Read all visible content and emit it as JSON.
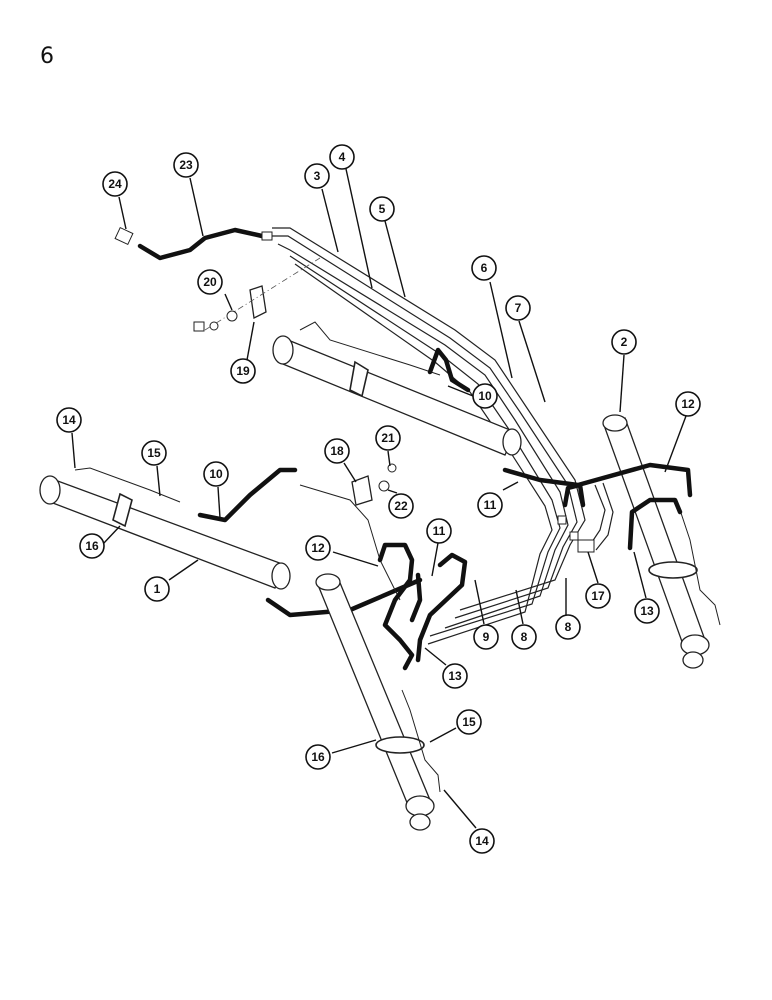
{
  "page": {
    "number": "6"
  },
  "callouts": [
    {
      "id": "c24",
      "label": "24"
    },
    {
      "id": "c23",
      "label": "23"
    },
    {
      "id": "c3",
      "label": "3"
    },
    {
      "id": "c4",
      "label": "4"
    },
    {
      "id": "c5",
      "label": "5"
    },
    {
      "id": "c6",
      "label": "6"
    },
    {
      "id": "c7",
      "label": "7"
    },
    {
      "id": "c2",
      "label": "2"
    },
    {
      "id": "c12a",
      "label": "12"
    },
    {
      "id": "c20",
      "label": "20"
    },
    {
      "id": "c19",
      "label": "19"
    },
    {
      "id": "c10a",
      "label": "10"
    },
    {
      "id": "c14a",
      "label": "14"
    },
    {
      "id": "c15a",
      "label": "15"
    },
    {
      "id": "c10b",
      "label": "10"
    },
    {
      "id": "c18",
      "label": "18"
    },
    {
      "id": "c21",
      "label": "21"
    },
    {
      "id": "c22",
      "label": "22"
    },
    {
      "id": "c11a",
      "label": "11"
    },
    {
      "id": "c16a",
      "label": "16"
    },
    {
      "id": "c1",
      "label": "1"
    },
    {
      "id": "c12b",
      "label": "12"
    },
    {
      "id": "c11b",
      "label": "11"
    },
    {
      "id": "c9",
      "label": "9"
    },
    {
      "id": "c8a",
      "label": "8"
    },
    {
      "id": "c8b",
      "label": "8"
    },
    {
      "id": "c17",
      "label": "17"
    },
    {
      "id": "c13a",
      "label": "13"
    },
    {
      "id": "c13b",
      "label": "13"
    },
    {
      "id": "c15b",
      "label": "15"
    },
    {
      "id": "c16b",
      "label": "16"
    },
    {
      "id": "c14b",
      "label": "14"
    }
  ]
}
